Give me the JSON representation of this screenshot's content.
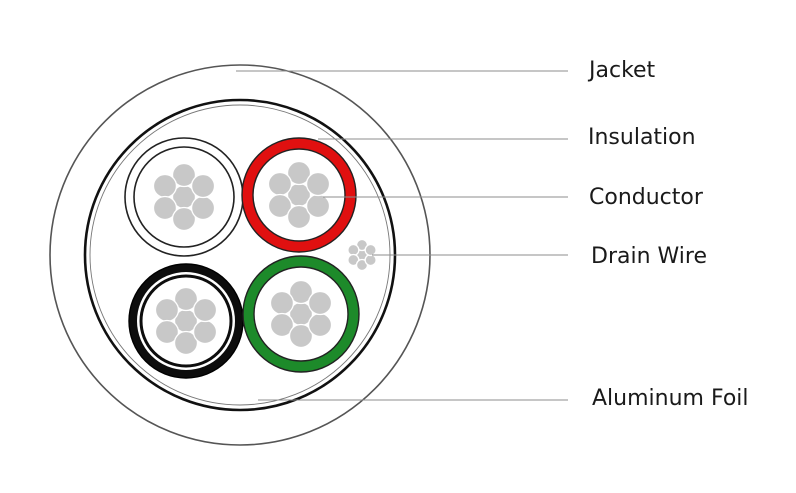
{
  "labels": {
    "jacket": "Jacket",
    "insulation": "Insulation",
    "conductor": "Conductor",
    "drain_wire": "Drain Wire",
    "aluminum_foil": "Aluminum Foil"
  },
  "colors": {
    "jacket_outline": "#444444",
    "insulation_red": "#e01010",
    "insulation_black": "#0d0d0d",
    "insulation_green": "#1d8a2a",
    "insulation_white": "#ffffff",
    "strand_fill": "#c8c8c8",
    "strand_stroke": "#ffffff",
    "leader_line": "#8c8c8c"
  },
  "cores": [
    {
      "name": "white-core",
      "insulation_color": "white"
    },
    {
      "name": "red-core",
      "insulation_color": "red"
    },
    {
      "name": "black-core",
      "insulation_color": "black"
    },
    {
      "name": "green-core",
      "insulation_color": "green"
    }
  ]
}
